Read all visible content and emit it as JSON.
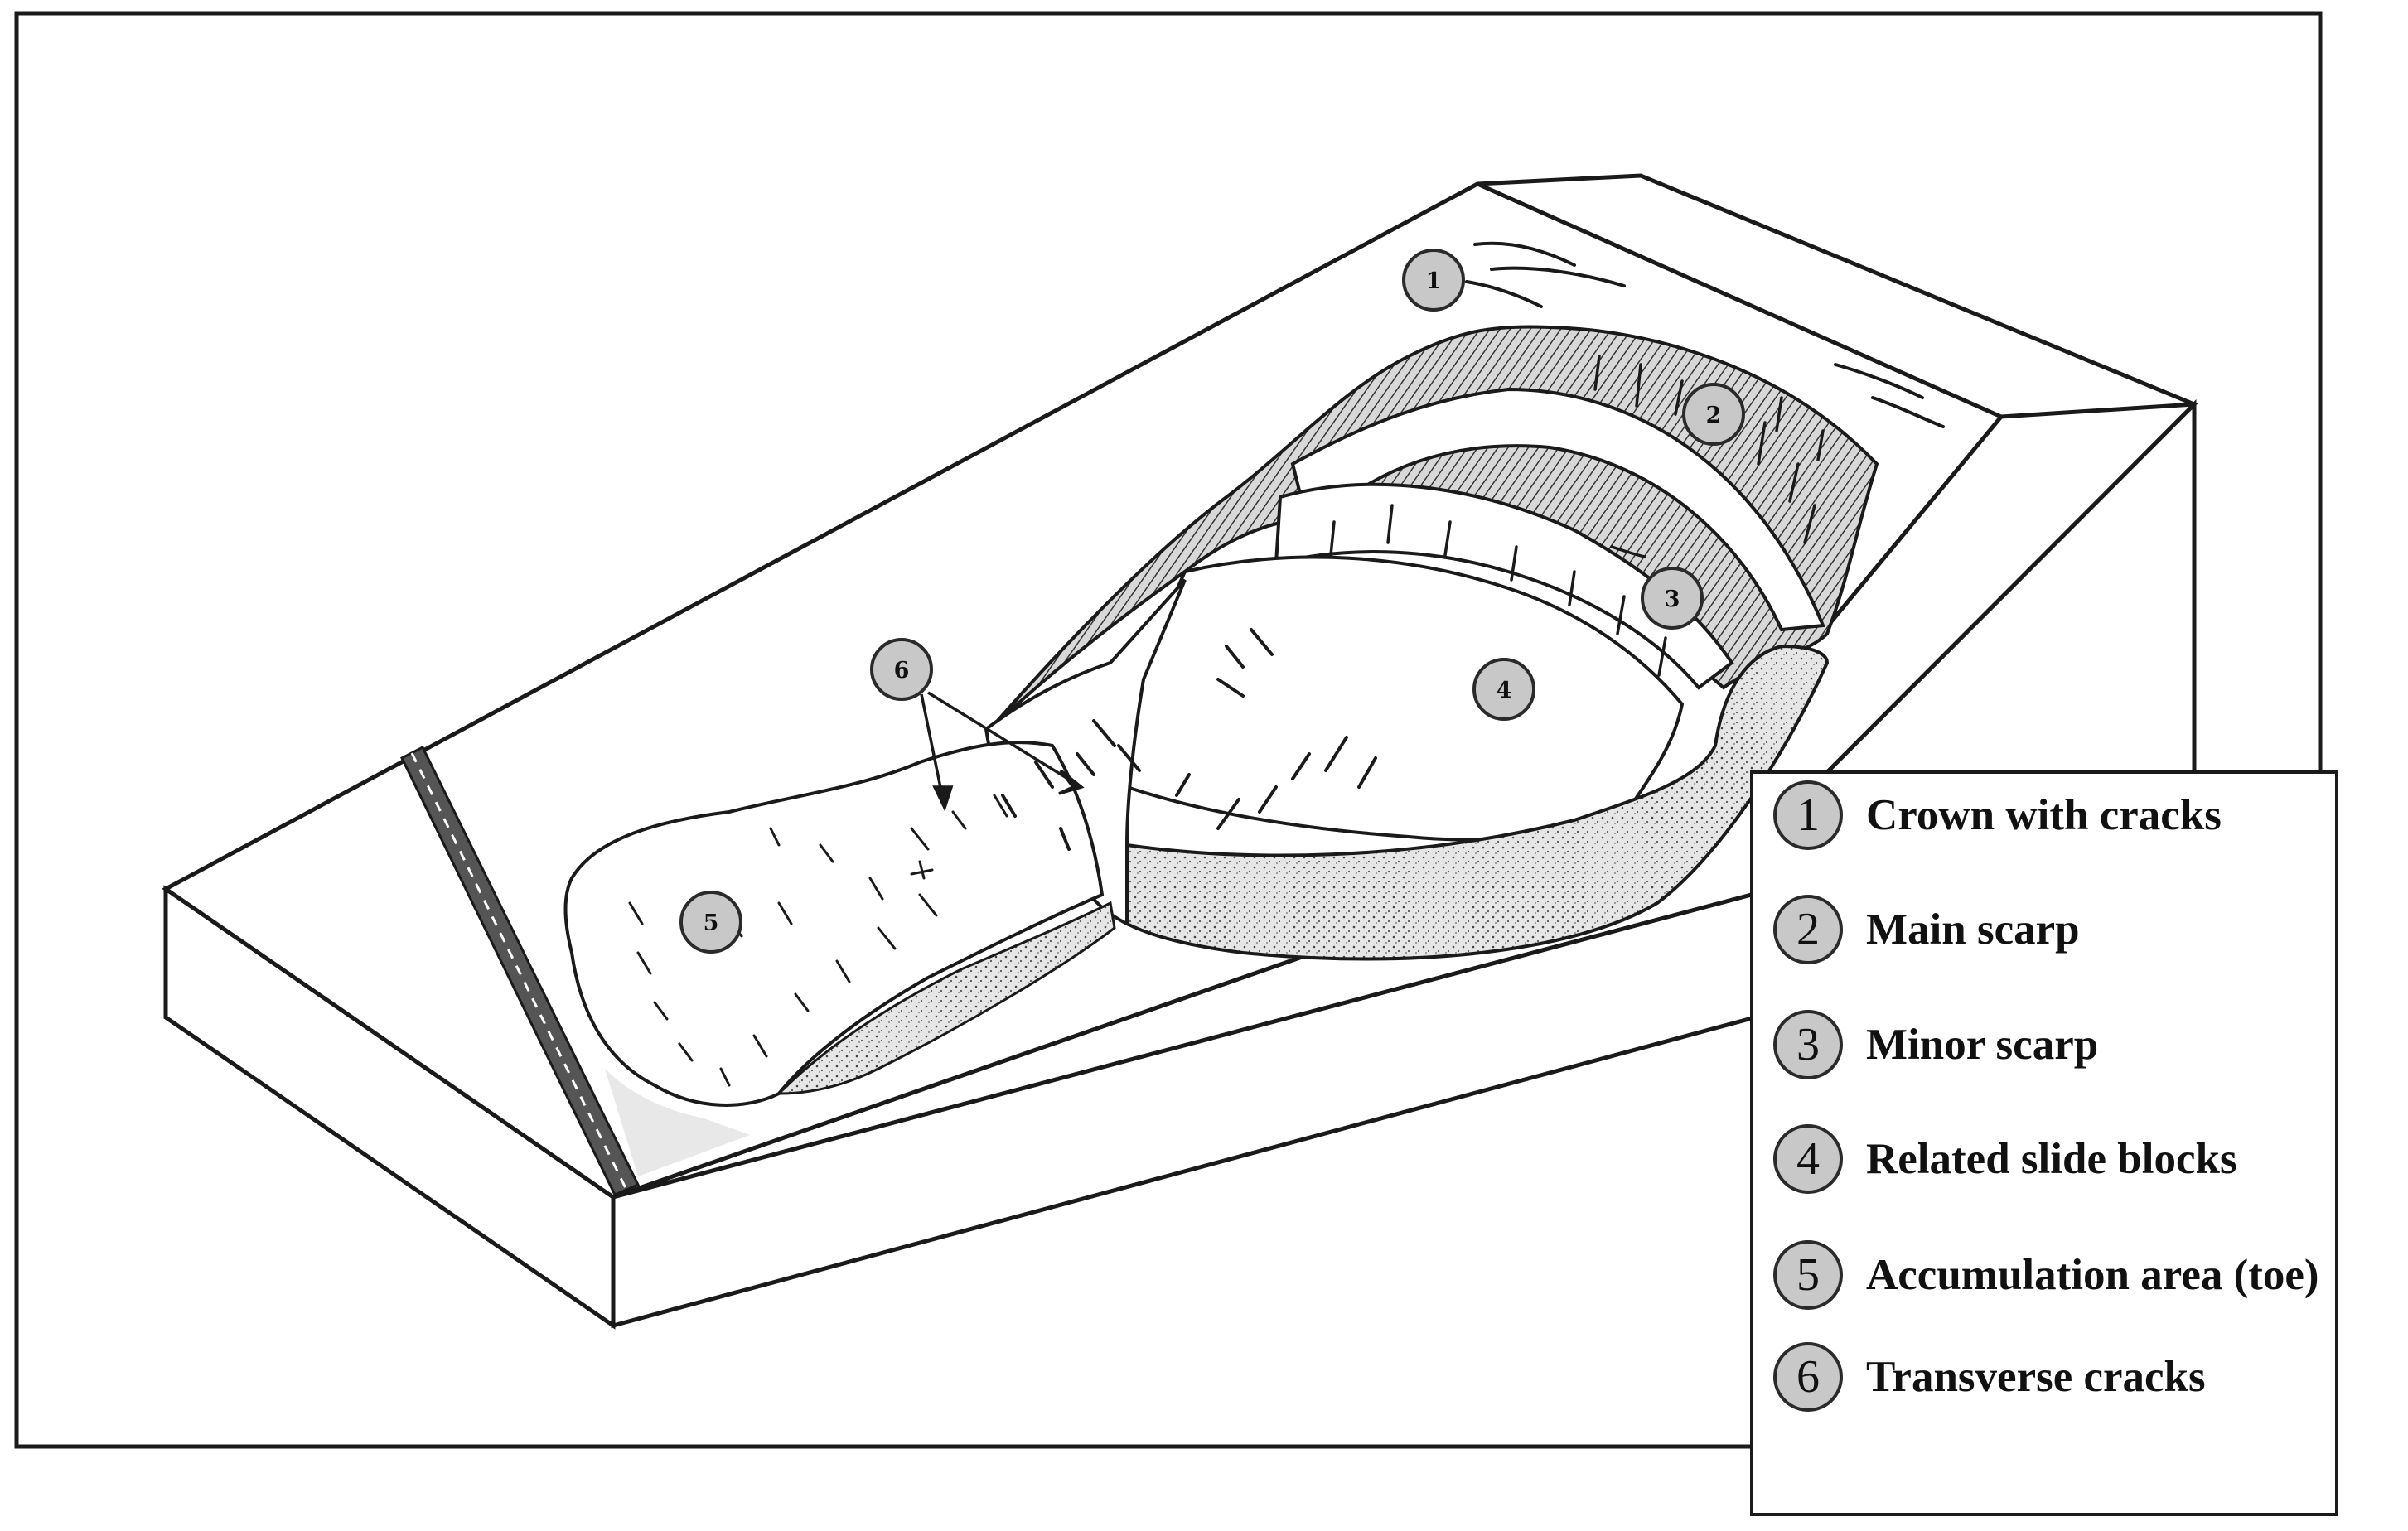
{
  "markers": [
    {
      "id": "1",
      "name": "crown-marker"
    },
    {
      "id": "2",
      "name": "main-scarp-marker"
    },
    {
      "id": "3",
      "name": "minor-scarp-marker"
    },
    {
      "id": "4",
      "name": "slide-blocks-marker"
    },
    {
      "id": "5",
      "name": "toe-marker"
    },
    {
      "id": "6",
      "name": "transverse-cracks-marker"
    }
  ],
  "legend": {
    "items": [
      {
        "number": "1",
        "label": "Crown with cracks"
      },
      {
        "number": "2",
        "label": "Main scarp"
      },
      {
        "number": "3",
        "label": "Minor scarp"
      },
      {
        "number": "4",
        "label": "Related slide blocks"
      },
      {
        "number": "5",
        "label": "Accumulation area (toe)"
      },
      {
        "number": "6",
        "label": "Transverse cracks"
      }
    ]
  },
  "colors": {
    "outline": "#1a1a1a",
    "marker_fill": "#c8c8c8",
    "stipple": "#dedede",
    "road": "#555555"
  }
}
